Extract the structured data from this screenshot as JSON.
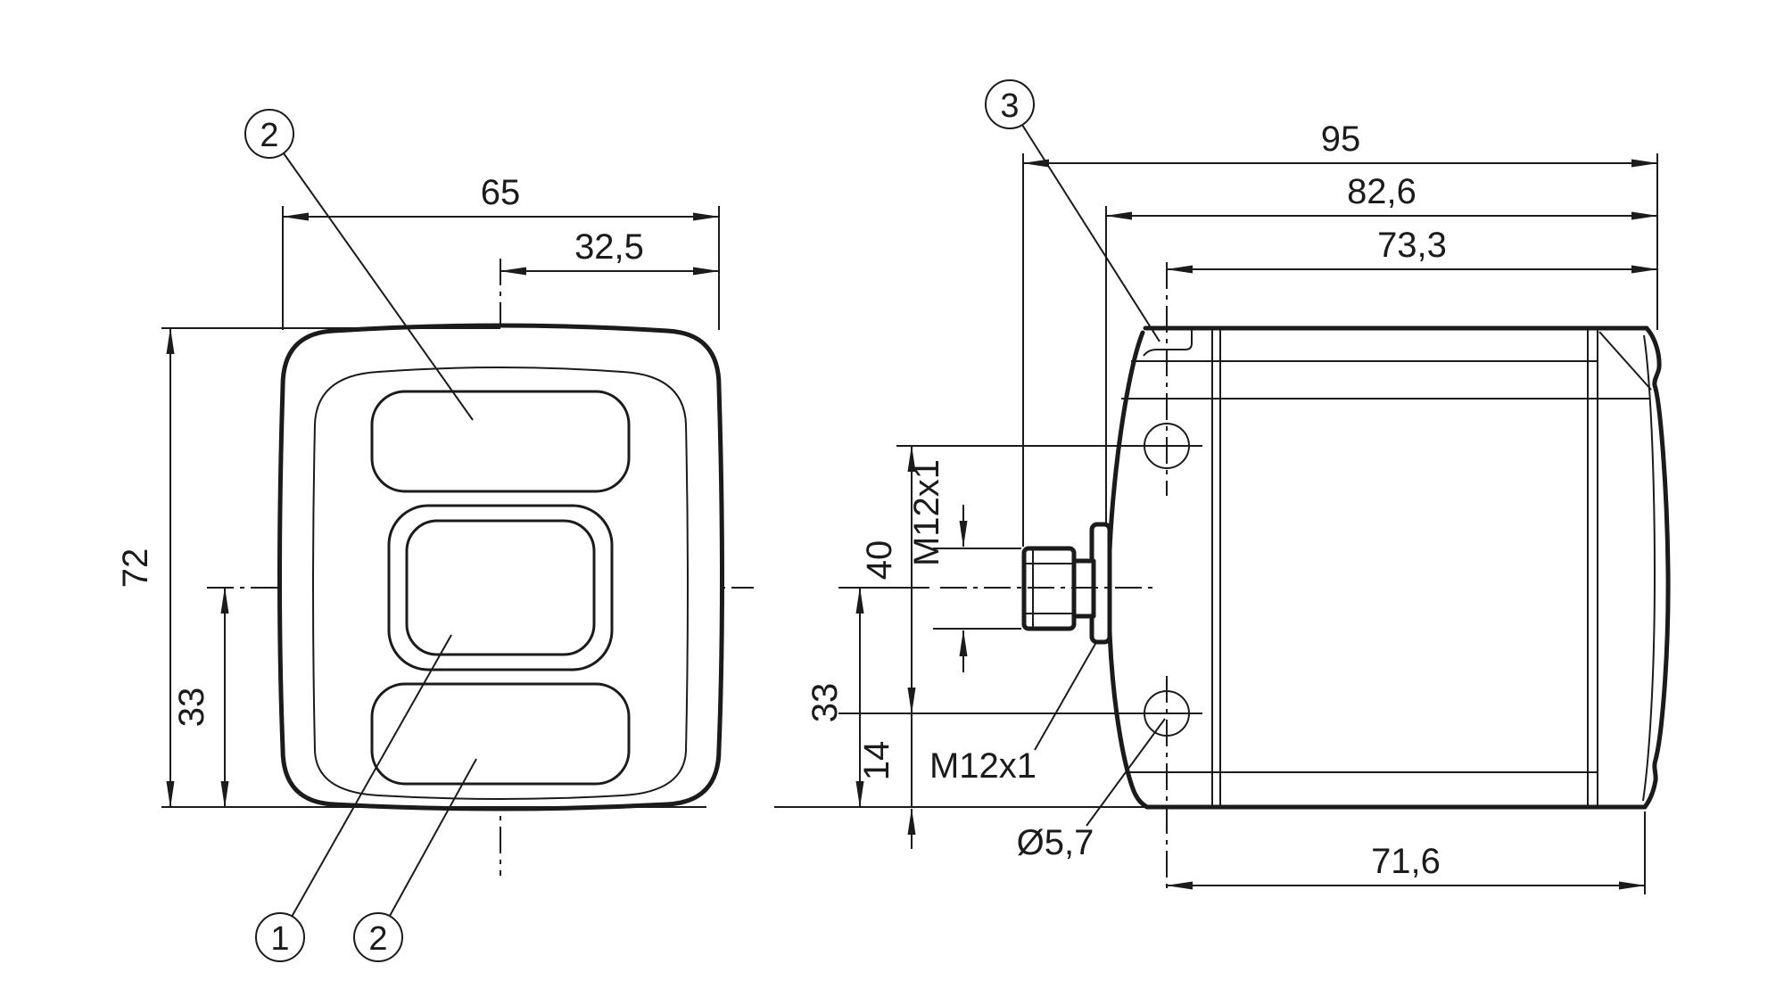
{
  "front_view": {
    "dim_width": "65",
    "dim_half_width": "32,5",
    "dim_height": "72",
    "dim_center_to_bottom": "33",
    "callout_top_window": "2",
    "callout_lens": "1",
    "callout_bottom_window": "2"
  },
  "side_view": {
    "callout_corner": "3",
    "dim_depth_total": "95",
    "dim_depth_flange": "82,6",
    "dim_depth_axis": "73,3",
    "dim_hole_spacing": "40",
    "dim_thread_vertical": "M12x1",
    "dim_axis_to_bottom": "33",
    "dim_hole_to_bottom": "14",
    "label_connector": "M12x1",
    "label_hole_diameter": "Ø5,7",
    "dim_bottom_depth": "71,6"
  }
}
